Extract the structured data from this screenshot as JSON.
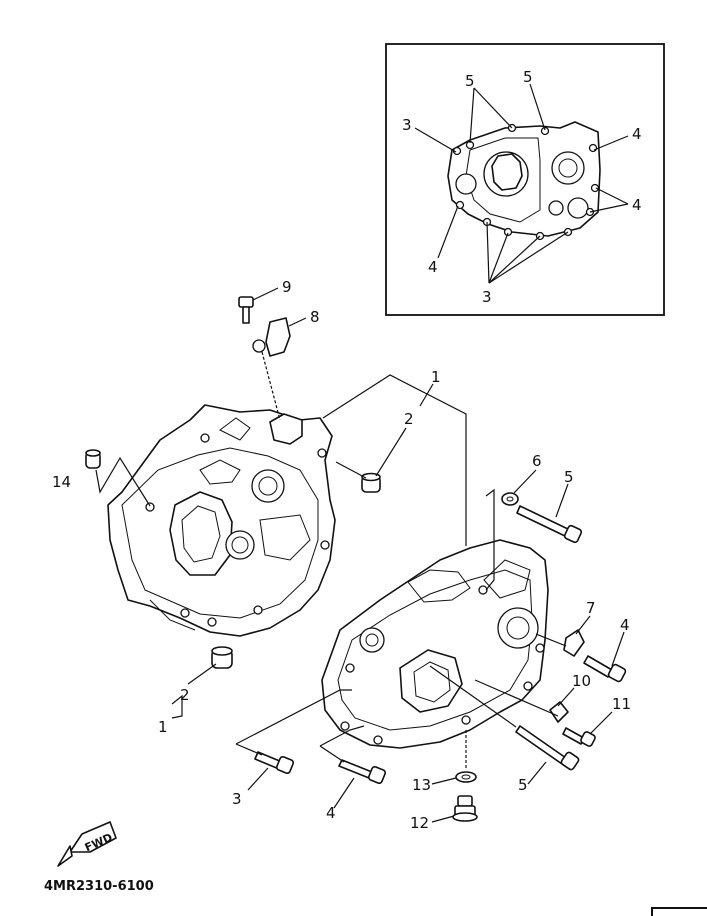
{
  "labels": {
    "inset_5a": "5",
    "inset_5b": "5",
    "inset_3_left": "3",
    "inset_4_right_top": "4",
    "inset_4_right_bottom": "4",
    "inset_4_left": "4",
    "inset_3_bottom": "3",
    "part_9": "9",
    "part_8": "8",
    "part_1_top": "1",
    "part_2_top": "2",
    "part_14": "14",
    "part_6": "6",
    "part_5_upper": "5",
    "part_7": "7",
    "part_4_right": "4",
    "part_10": "10",
    "part_11": "11",
    "part_2_left": "2",
    "part_1_left": "1",
    "part_3_bottom": "3",
    "part_4_bottom": "4",
    "part_13": "13",
    "part_5_lower": "5",
    "part_12": "12"
  },
  "fwd_badge": "FWD",
  "diagram_code": "4MR2310-6100"
}
